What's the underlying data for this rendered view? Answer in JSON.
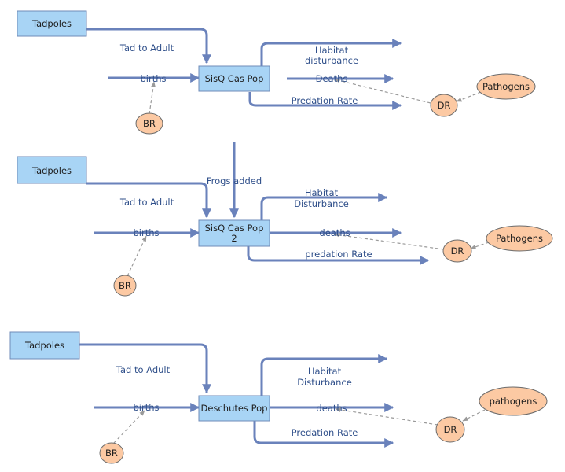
{
  "colors": {
    "stock_fill": "#a8d4f5",
    "aux_fill": "#fcc9a3",
    "flow": "#6a82bb",
    "link": "#9a9a9a",
    "label": "#2f4f8a"
  },
  "diagram1": {
    "tadpoles": "Tadpoles",
    "tad_to_adult": "Tad to Adult",
    "stock": "SisQ Cas Pop",
    "births": "births",
    "br": "BR",
    "habitat": [
      "Habitat",
      "disturbance"
    ],
    "deaths": "Deaths",
    "predation": "Predation Rate",
    "dr": "DR",
    "pathogens": "Pathogens"
  },
  "diagram2": {
    "tadpoles": "Tadpoles",
    "tad_to_adult": "Tad to Adult",
    "frogs_added": "Frogs added",
    "stock": [
      "SisQ Cas Pop",
      "2"
    ],
    "births": "births",
    "br": "BR",
    "habitat": [
      "Habitat",
      "Disturbance"
    ],
    "deaths": "deaths",
    "predation": "predation Rate",
    "dr": "DR",
    "pathogens": "Pathogens"
  },
  "diagram3": {
    "tadpoles": "Tadpoles",
    "tad_to_adult": "Tad to Adult",
    "stock": "Deschutes Pop",
    "births": "births",
    "br": "BR",
    "habitat": [
      "Habitat",
      "Disturbance"
    ],
    "deaths": "deaths",
    "predation": "Predation Rate",
    "dr": "DR",
    "pathogens": "pathogens"
  }
}
